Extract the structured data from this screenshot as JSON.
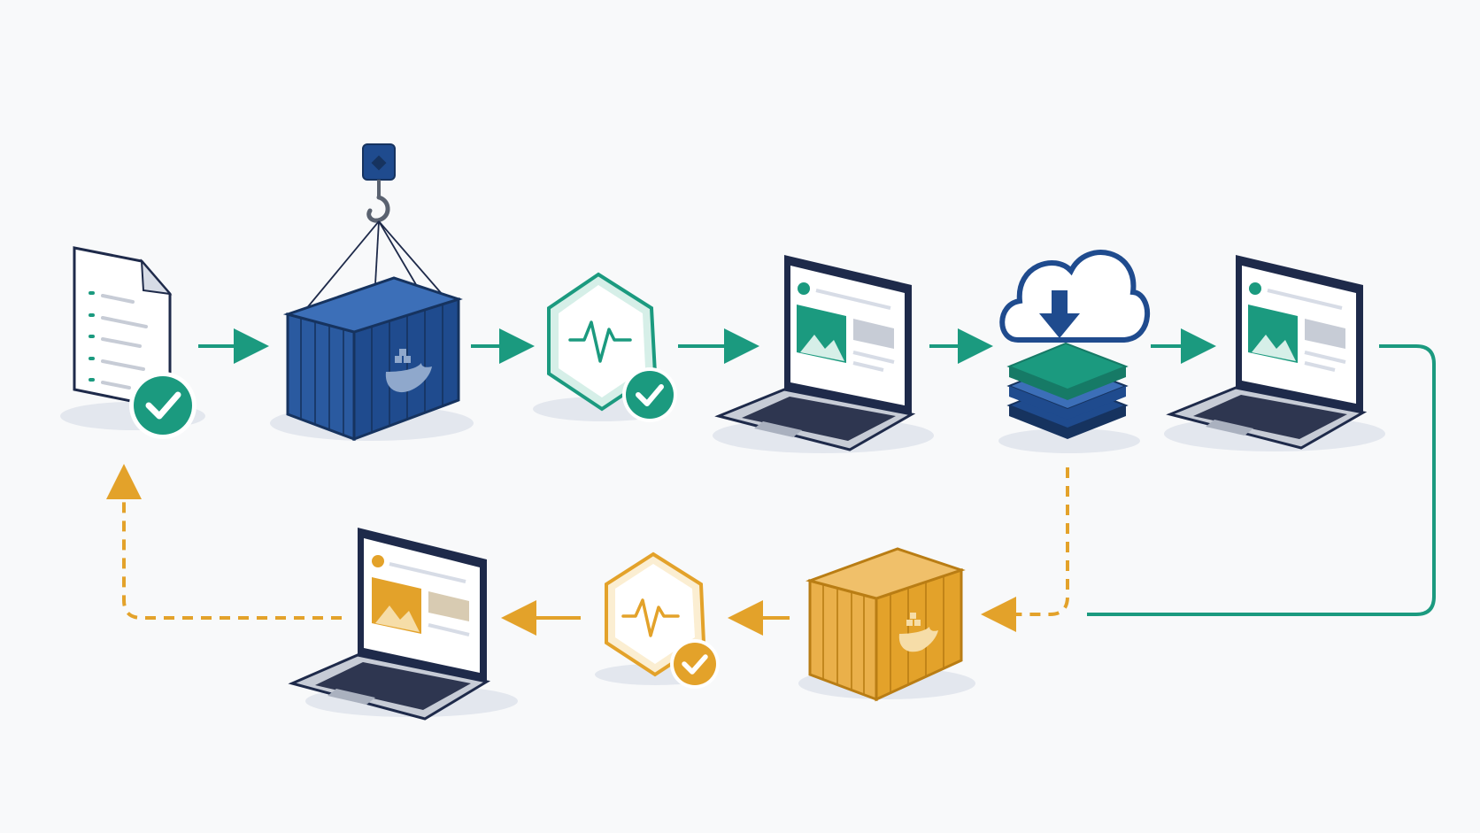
{
  "colors": {
    "background": "#f8f9fa",
    "navy": "#1f4b8e",
    "navy_dark": "#16335f",
    "teal": "#1b9a7f",
    "teal_dark": "#167a66",
    "amber": "#e3a22a",
    "amber_dark": "#b97d14",
    "gray": "#c7ccd6",
    "outline": "#1e2a4a"
  },
  "diagram": {
    "top_row": [
      {
        "name": "config-file",
        "icon": "document-check-icon",
        "color": "teal"
      },
      {
        "name": "container-image",
        "icon": "crane-container-icon",
        "color": "navy"
      },
      {
        "name": "health-check",
        "icon": "shield-heartbeat-icon",
        "color": "teal"
      },
      {
        "name": "app-laptop-preview",
        "icon": "laptop-icon",
        "color": "teal"
      },
      {
        "name": "registry-pull",
        "icon": "cloud-download-stack-icon",
        "color": "teal"
      },
      {
        "name": "app-laptop-production",
        "icon": "laptop-icon",
        "color": "teal"
      }
    ],
    "bottom_row": [
      {
        "name": "app-laptop-rollback",
        "icon": "laptop-icon",
        "color": "amber"
      },
      {
        "name": "rollback-health-check",
        "icon": "shield-heartbeat-icon",
        "color": "amber"
      },
      {
        "name": "previous-container",
        "icon": "container-icon",
        "color": "amber"
      }
    ],
    "flows": {
      "forward": {
        "style": "solid",
        "color": "teal"
      },
      "rollback": {
        "style": "dashed",
        "color": "amber"
      }
    }
  }
}
